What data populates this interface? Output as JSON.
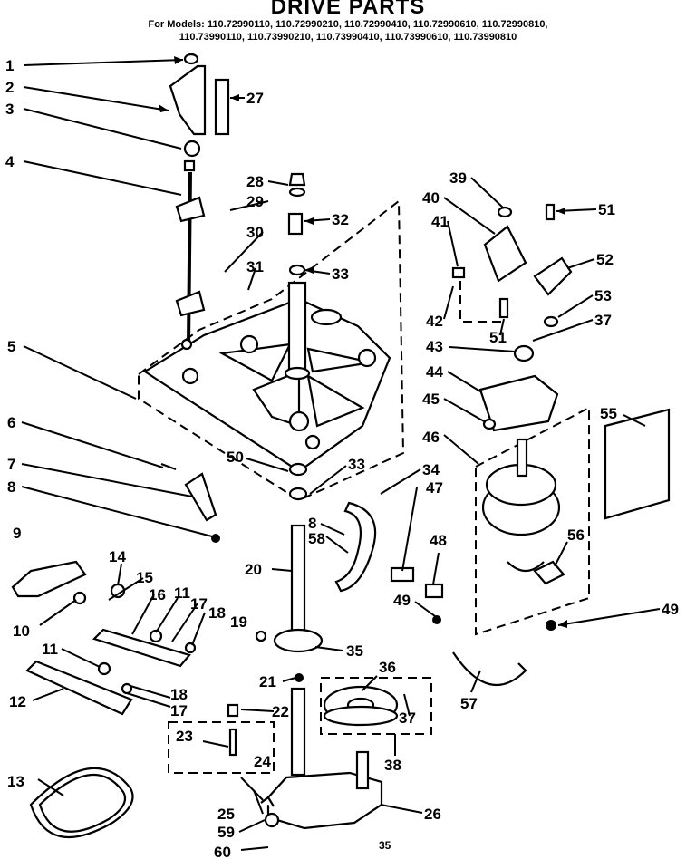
{
  "header": {
    "title": "DRIVE PARTS",
    "models_line1": "For Models: 110.72990110, 110.72990210, 110.72990410, 110.72990610, 110.72990810,",
    "models_line2": "110.73990110, 110.73990210, 110.73990410, 110.73990610, 110.73990810"
  },
  "labels": {
    "p1": "1",
    "p2": "2",
    "p3": "3",
    "p4": "4",
    "p5": "5",
    "p6": "6",
    "p7": "7",
    "p8": "8",
    "p8b": "8",
    "p9": "9",
    "p10": "10",
    "p11": "11",
    "p11b": "11",
    "p12": "12",
    "p13": "13",
    "p14": "14",
    "p15": "15",
    "p16": "16",
    "p17": "17",
    "p17b": "17",
    "p18": "18",
    "p18b": "18",
    "p19": "19",
    "p20": "20",
    "p21": "21",
    "p22": "22",
    "p23": "23",
    "p24": "24",
    "p25": "25",
    "p26": "26",
    "p27": "27",
    "p28": "28",
    "p29": "29",
    "p30": "30",
    "p31": "31",
    "p32": "32",
    "p33": "33",
    "p33b": "33",
    "p34": "34",
    "p35": "35",
    "p36": "36",
    "p37": "37",
    "p37b": "37",
    "p38": "38",
    "p39": "39",
    "p40": "40",
    "p41": "41",
    "p42": "42",
    "p43": "43",
    "p44": "44",
    "p45": "45",
    "p46": "46",
    "p47": "47",
    "p48": "48",
    "p49": "49",
    "p49b": "49",
    "p50": "50",
    "p51": "51",
    "p51b": "51",
    "p52": "52",
    "p53": "53",
    "p55": "55",
    "p56": "56",
    "p57": "57",
    "p58": "58",
    "p59": "59",
    "p60": "60"
  },
  "page_code": "35"
}
